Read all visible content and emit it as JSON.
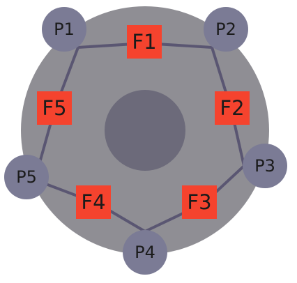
{
  "diagram": {
    "philosophers": [
      {
        "id": "p1",
        "label": "P1"
      },
      {
        "id": "p2",
        "label": "P2"
      },
      {
        "id": "p3",
        "label": "P3"
      },
      {
        "id": "p4",
        "label": "P4"
      },
      {
        "id": "p5",
        "label": "P5"
      }
    ],
    "forks": [
      {
        "id": "f1",
        "label": "F1"
      },
      {
        "id": "f2",
        "label": "F2"
      },
      {
        "id": "f3",
        "label": "F3"
      },
      {
        "id": "f4",
        "label": "F4"
      },
      {
        "id": "f5",
        "label": "F5"
      }
    ],
    "cycle": [
      "p1",
      "f1",
      "p2",
      "f2",
      "p3",
      "f3",
      "p4",
      "f4",
      "p5",
      "f5",
      "p1"
    ],
    "colors": {
      "table": "#8f8e94",
      "hub": "#6c6a7a",
      "philosopher": "#7b7b95",
      "fork": "#f5432e",
      "edge": "#5a5672"
    }
  }
}
